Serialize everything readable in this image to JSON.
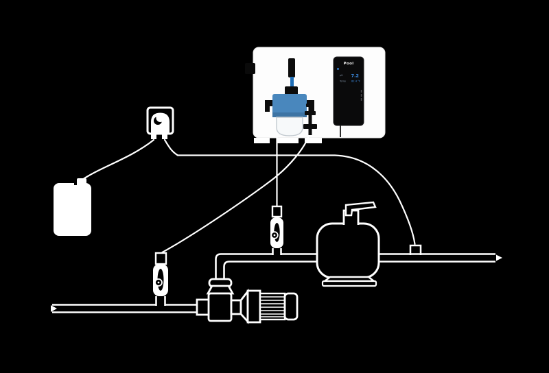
{
  "scene": {
    "background_color": "#000000",
    "diagram_line_color": "#ffffff"
  },
  "controller_display": {
    "title": "Pool",
    "rows": [
      {
        "label": "pH",
        "value": "7.2"
      },
      {
        "label": "Temp",
        "value": "82.4 °F"
      }
    ],
    "accent_color": "#3d8fe8",
    "body_color": "#0a0a0b",
    "status_dot_color": "#3d8fe8"
  },
  "probe_filter": {
    "head_color": "#4987bd",
    "cable_color": "#1f6fb8"
  }
}
